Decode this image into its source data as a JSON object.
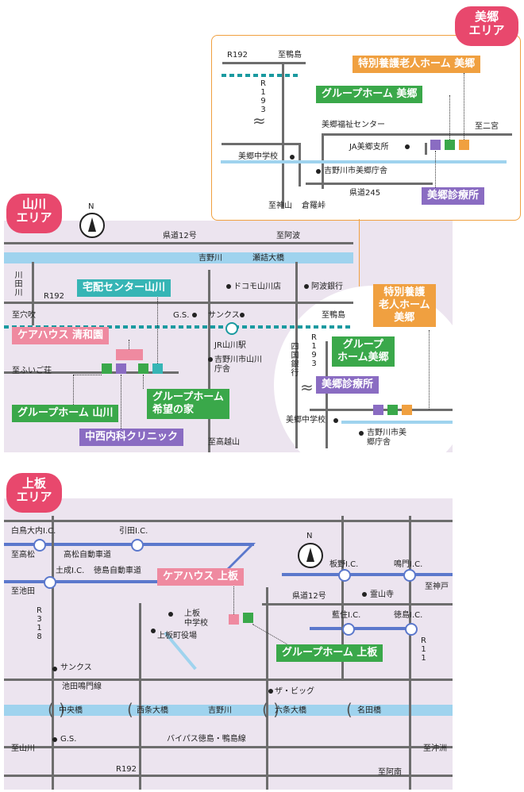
{
  "areas": {
    "bigo": {
      "tag": "美郷\nエリア"
    },
    "yamakawa": {
      "tag": "山川\nエリア"
    },
    "kamiita": {
      "tag": "上板\nエリア"
    }
  },
  "bigo_map": {
    "labels": {
      "r192": "R192",
      "to_kamojima": "至鴨島",
      "r193": "R193",
      "welfare": "美郷福祉センター",
      "ja": "JA美郷支所",
      "to_nitomiya": "至二宮",
      "middle_school": "美郷中学校",
      "office": "吉野川市美郷庁舎",
      "pref245": "県道245",
      "to_kamiyama": "至神山",
      "kurasu": "倉羅峠"
    },
    "facilities": {
      "nursing_home": "特別養護老人ホーム 美郷",
      "group_home": "グループホーム 美郷",
      "clinic": "美郷診療所"
    }
  },
  "yamakawa_map": {
    "labels": {
      "pref12": "県道12号",
      "to_awa": "至阿波",
      "yoshinogawa": "吉野川",
      "sezume_bridge": "瀬詰大橋",
      "kawata": "川田川",
      "r192": "R192",
      "docomo": "ドコモ山川店",
      "awa_bank": "阿波銀行",
      "to_anabuki": "至穴吹",
      "gs": "G.S.",
      "sunkus": "サンクス",
      "to_kamojima": "至鴨島",
      "jr_station": "JR山川駅",
      "office": "吉野川市山川庁舎",
      "to_fuigo": "至ふいご荘",
      "to_takakoshi": "至高越山",
      "shikoku_bank": "四国銀行",
      "r193": "R193",
      "bigo_school": "美郷中学校",
      "bigo_office": "吉野川市美郷庁舎"
    },
    "facilities": {
      "takuhai": "宅配センター山川",
      "care_house": "ケアハウス 清和園",
      "gh_yamakawa": "グループホーム 山川",
      "gh_kibou": "グループホーム\n希望の家",
      "clinic": "中西内科クリニック",
      "bigo_nursing": "特別養護\n老人ホーム\n美郷",
      "bigo_gh": "グループ\nホーム美郷",
      "bigo_clinic": "美郷診療所"
    }
  },
  "kamiita_map": {
    "labels": {
      "shiratori_ic": "白鳥大内I.C.",
      "hiketa_ic": "引田I.C.",
      "to_takamatsu": "至高松",
      "takamatsu_exp": "高松自動車道",
      "donari_ic": "土成I.C.",
      "tokushima_exp": "徳島自動車道",
      "itano_ic": "板野I.C.",
      "naruto_ic": "鳴門I.C.",
      "to_ikeda": "至池田",
      "to_kobe": "至神戸",
      "pref12": "県道12号",
      "ryozenji": "霊山寺",
      "kamiita_school": "上板\n中学校",
      "kamiita_office": "上板町役場",
      "aizumi_ic": "藍住I.C.",
      "tokushima_ic": "徳島I.C.",
      "r318": "R318",
      "r11": "R11",
      "sunkus": "サンクス",
      "ikeda_naruto": "池田鳴門線",
      "the_big": "ザ・ビッグ",
      "chuo_bridge": "中央橋",
      "saijo_bridge": "西条大橋",
      "yoshinogawa": "吉野川",
      "rokujo_bridge": "六条大橋",
      "natahashi": "名田橋",
      "gs": "G.S.",
      "bypass": "バイパス徳島・鴨島線",
      "to_yamakawa": "至山川",
      "to_okinosu": "至沖洲",
      "r192": "R192",
      "to_anan": "至阿南"
    },
    "facilities": {
      "care_house": "ケアハウス 上板",
      "group_home": "グループホーム 上板"
    }
  },
  "colors": {
    "group_home": "#3aa84a",
    "clinic": "#8a6cc2",
    "nursing": "#f0a040",
    "care_house": "#ef8aa0",
    "takuhai": "#36b5b5",
    "area_tag": "#e8486d",
    "river": "#9fd3ee",
    "expressway": "#5b78cc",
    "railway": "#1a9aa0"
  }
}
